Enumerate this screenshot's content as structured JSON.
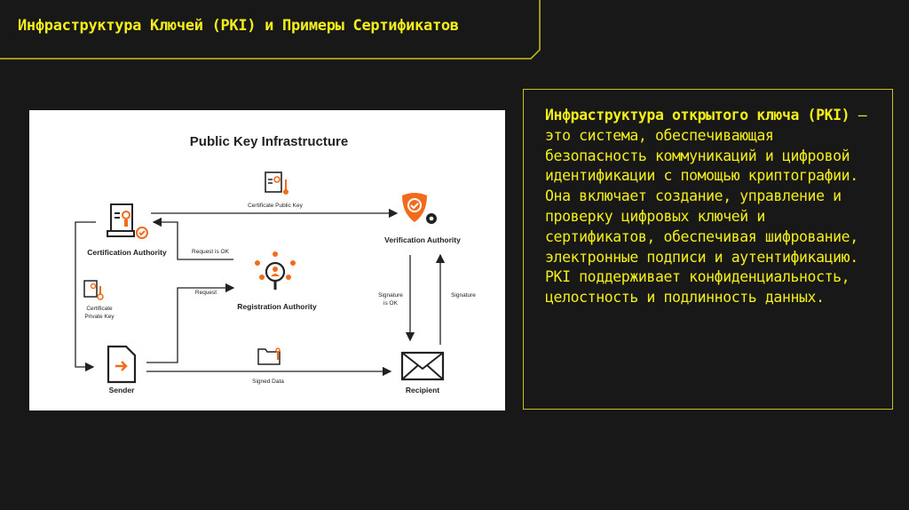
{
  "slide": {
    "title": "Инфраструктура Ключей (PKI) и Примеры Сертификатов",
    "description_lead": "Инфраструктура открытого ключа (PKI)",
    "description_rest": " — это система, обеспечивающая безопасность коммуникаций и цифровой идентификации с помощью криптографии. Она включает создание, управление и проверку цифровых ключей и сертификатов, обеспечивая шифрование, электронные подписи и аутентификацию. PKI поддерживает конфиденциальность, целостность и подлинность данных."
  },
  "diagram": {
    "title": "Public Key Infrastructure",
    "nodes": {
      "ca": "Certification Authority",
      "va": "Verification Authority",
      "ra": "Registration Authority",
      "sender": "Sender",
      "recipient": "Recipient"
    },
    "edges": {
      "cert_public_key": "Certificate Public Key",
      "request_ok": "Request is OK",
      "request": "Request",
      "cert_private_key_1": "Certificate",
      "cert_private_key_2": "Private Key",
      "signed_data": "Signed Data",
      "signature_ok_1": "Signature",
      "signature_ok_2": "is OK",
      "signature": "Signature"
    }
  },
  "colors": {
    "accent": "#f3ee1a",
    "orange": "#f26b1d",
    "background": "#181818"
  }
}
